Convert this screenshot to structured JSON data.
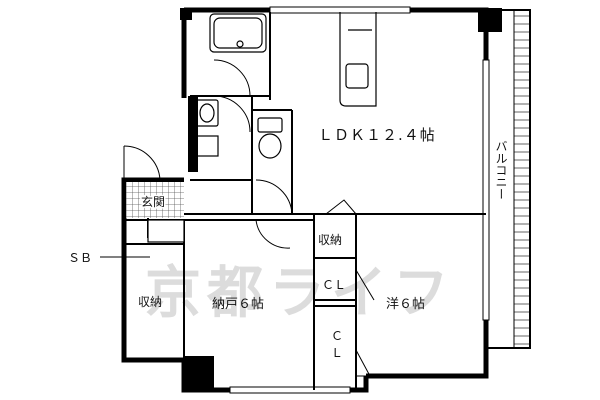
{
  "floor_plan": {
    "rooms": {
      "ldk": "ＬＤＫ１２.４帖",
      "western_room": "洋６帖",
      "storeroom": "納戸６帖",
      "entrance": "玄関",
      "storage_left": "収納",
      "storage_center": "収納",
      "closet_upper": "ＣＬ",
      "closet_lower_1": "Ｃ",
      "closet_lower_2": "Ｌ",
      "balcony": "バルコニー"
    },
    "labels": {
      "shoe_box": "ＳＢ"
    },
    "watermark": "京都ライフ",
    "colors": {
      "wall": "#000000",
      "floor": "#ffffff",
      "watermark": "#dcdcdc"
    }
  }
}
